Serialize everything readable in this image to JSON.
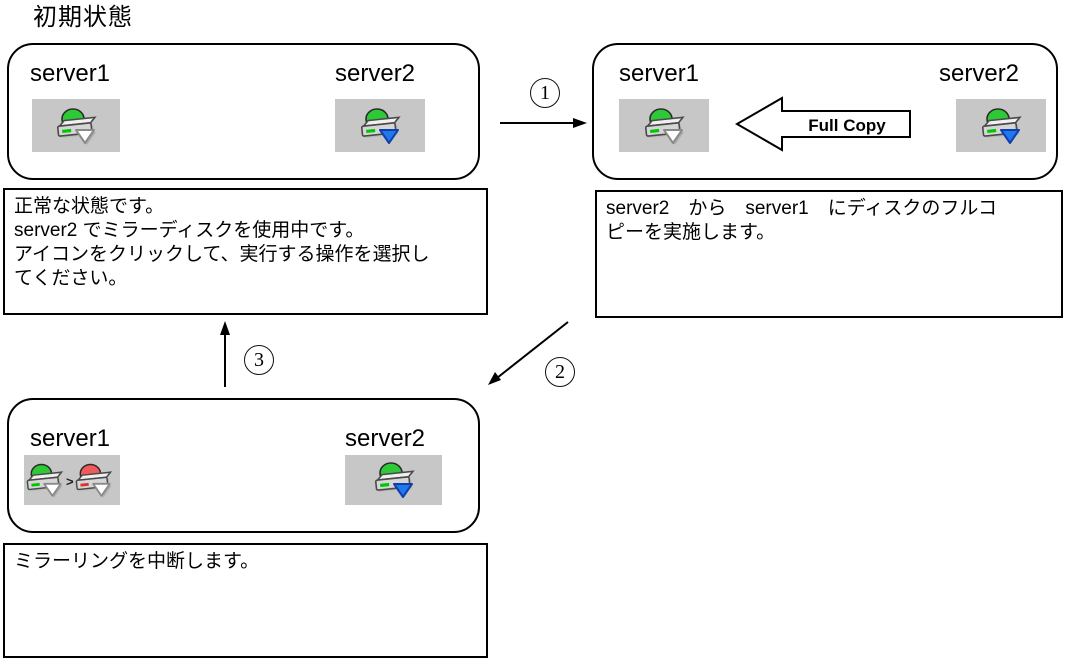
{
  "title": "初期状態",
  "palette": {
    "icon_bg": "#C7C7C7",
    "dome_green": "#2DC937",
    "dome_red": "#F25A5A",
    "led_green": "#00C800",
    "led_red": "#E03030",
    "triangle_blue": "#1E78F0",
    "triangle_blue_border": "#123EA8",
    "triangle_white": "#FFFFFF",
    "disk_front": "#D6D6D6",
    "disk_top": "#F0F0F0",
    "disk_outline": "#4A4A4A"
  },
  "icons": {
    "pair_separator": ">"
  },
  "initial_state": {
    "servers": [
      {
        "name": "server1",
        "icon": "mirror-disk-normal-icon"
      },
      {
        "name": "server2",
        "icon": "mirror-disk-active-icon"
      }
    ],
    "description_lines": [
      "正常な状態です。",
      "server2 でミラーディスクを使用中です。",
      "アイコンをクリックして、実行する操作を選択し",
      "てください。"
    ]
  },
  "full_copy_state": {
    "servers": [
      {
        "name": "server1",
        "icon": "mirror-disk-normal-icon"
      },
      {
        "name": "server2",
        "icon": "mirror-disk-active-icon"
      }
    ],
    "arrow_label": "Full Copy",
    "description_lines": [
      "server2　から　server1　にディスクのフルコ",
      "ピーを実施します。"
    ]
  },
  "suspend_state": {
    "servers": [
      {
        "name": "server1",
        "icon": "mirror-disk-normal-to-error-icon"
      },
      {
        "name": "server2",
        "icon": "mirror-disk-active-icon"
      }
    ],
    "description_lines": [
      "ミラーリングを中断します。"
    ]
  },
  "transitions": [
    {
      "number": "1"
    },
    {
      "number": "2"
    },
    {
      "number": "3"
    }
  ]
}
